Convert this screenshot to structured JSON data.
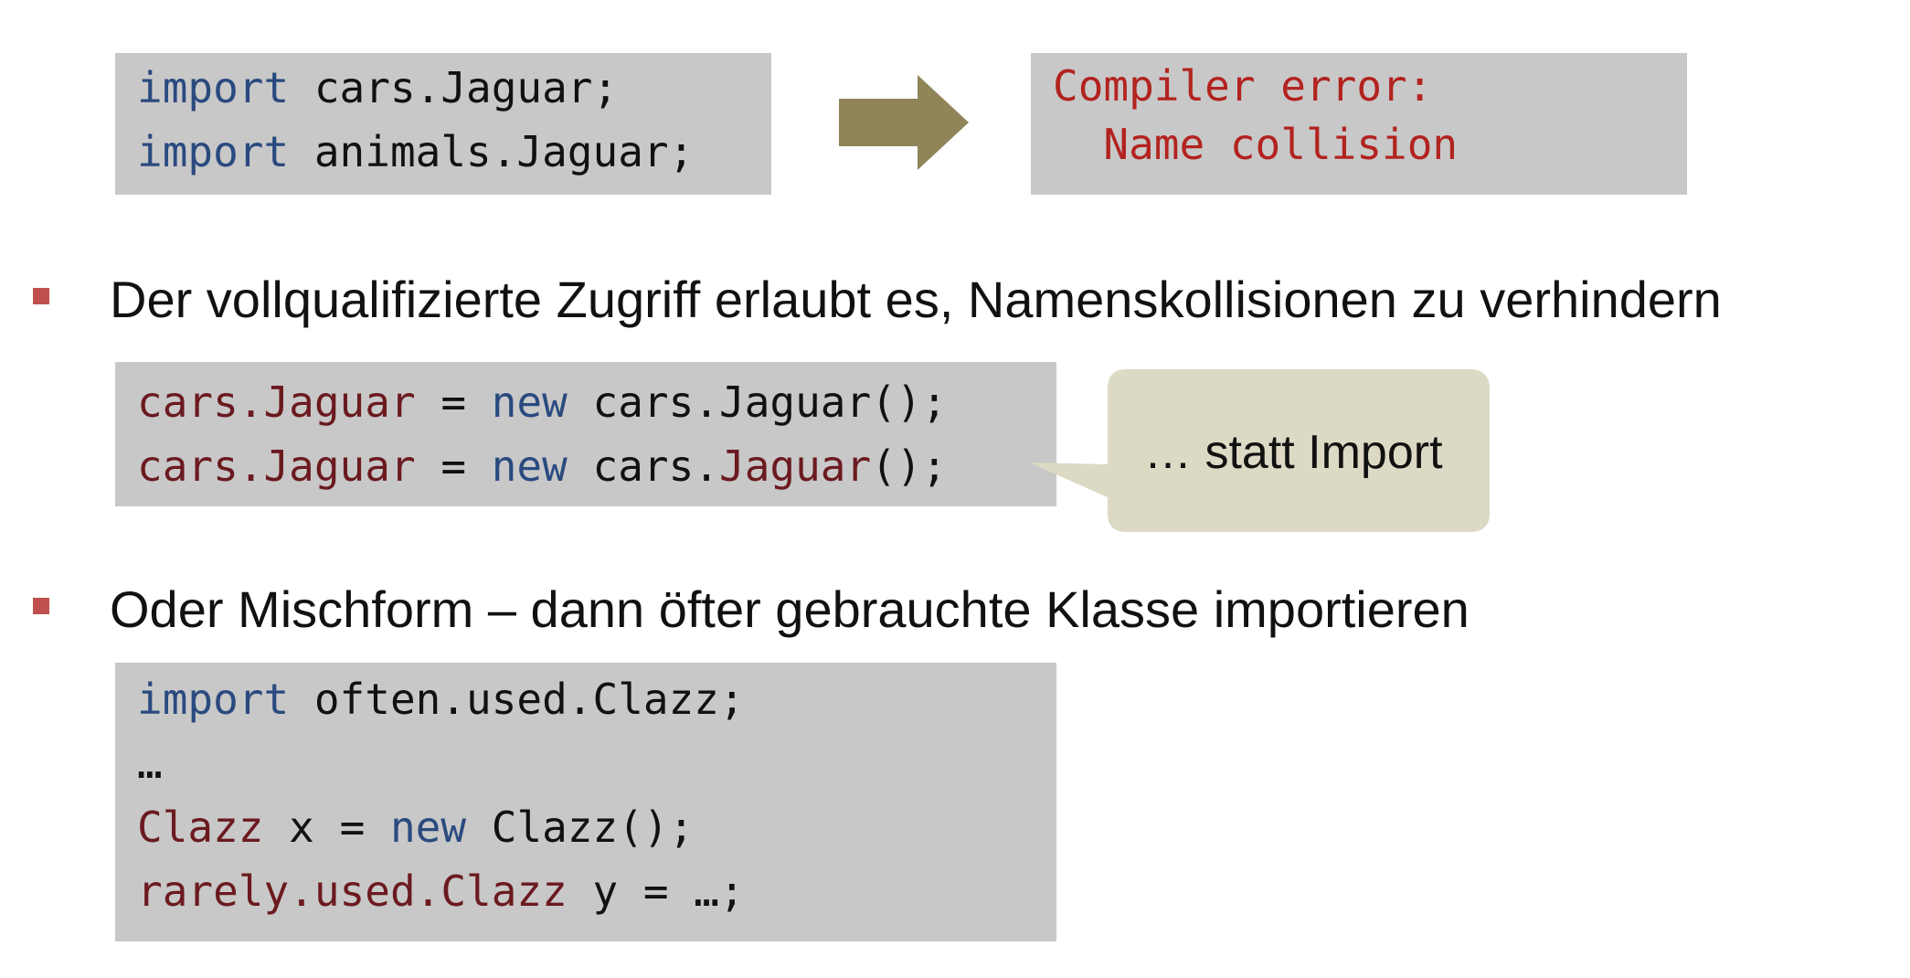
{
  "code_block_1": {
    "line1": {
      "kw": "import",
      "rest": " cars.Jaguar;"
    },
    "line2": {
      "kw": "import",
      "rest": " animals.Jaguar;"
    }
  },
  "error_box": {
    "line1": "Compiler error:",
    "line2": "  Name collision"
  },
  "bullet_1": "Der vollqualifizierte Zugriff erlaubt es, Namenskollisionen zu verhindern",
  "code_block_2": {
    "line1": {
      "type": "cars.Jaguar",
      "mid": " = ",
      "kw": "new",
      "rest": " cars.Jaguar();"
    },
    "line2": {
      "type": "cars.Jaguar",
      "mid": " = ",
      "kw": "new",
      "rest_a": " cars.",
      "type2": "Jaguar",
      "rest_b": "();"
    }
  },
  "callout": "… statt Import",
  "bullet_2": "Oder Mischform – dann öfter gebrauchte Klasse importieren",
  "code_block_3": {
    "line1": {
      "kw": "import",
      "rest": " often.used.Clazz;"
    },
    "line2": "…",
    "line3": {
      "type": "Clazz",
      "mid": " x = ",
      "kw": "new",
      "rest": " Clazz();"
    },
    "line4": {
      "type": "rarely.used.Clazz",
      "rest": " y = …;"
    }
  },
  "colors": {
    "code_bg": "#c8c8c8",
    "keyword": "#2a4a7f",
    "type": "#6b1a1f",
    "error": "#b2231f",
    "arrow": "#8f8559",
    "callout_bg": "#dcd9c4",
    "bullet": "#c0504d"
  },
  "icons": {
    "arrow": "right-arrow-icon",
    "bullet": "square-bullet-icon"
  }
}
